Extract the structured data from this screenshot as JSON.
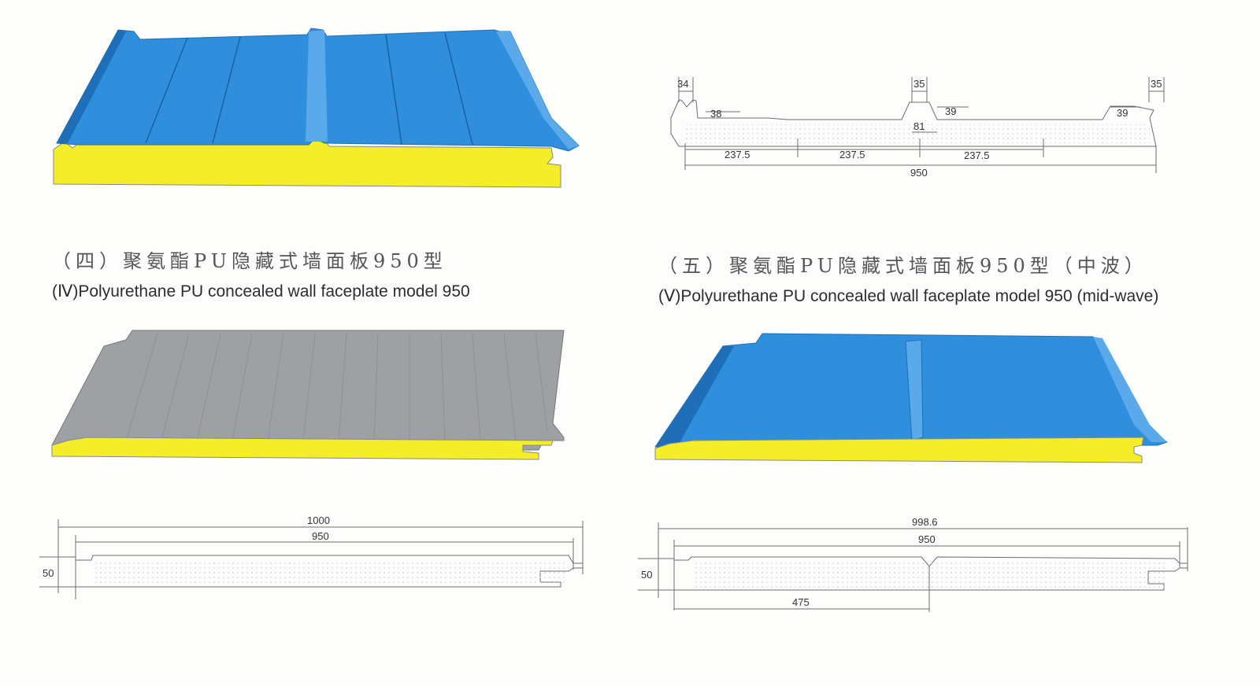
{
  "colors": {
    "blue_face": "#2f8fdc",
    "blue_dark": "#1f6fb8",
    "silver_face": "#9ea1a4",
    "foam_yellow": "#f4ee2a",
    "line_gray": "#6d6d6d"
  },
  "sections": [
    {
      "id": "iv",
      "title_cn": "（四）聚氨酯PU隐藏式墙面板950型",
      "title_en": "(Ⅳ)Polyurethane PU concealed wall faceplate model 950",
      "drawing_dims": {
        "overall": "1000",
        "cover": "950",
        "thickness": "50"
      }
    },
    {
      "id": "v",
      "title_cn": "（五）聚氨酯PU隐藏式墙面板950型（中波）",
      "title_en": "(Ⅴ)Polyurethane PU concealed wall faceplate model 950 (mid-wave)",
      "drawing_dims": {
        "overall": "998.6",
        "cover": "950",
        "thickness": "50",
        "half": "475"
      }
    }
  ],
  "roof_drawing_dims": {
    "left_rib": "34",
    "mid_rib": "35",
    "right_rib": "35",
    "left_height": "38",
    "mid_height": "39",
    "right_height": "39",
    "rib_base": "81",
    "segment_1": "237.5",
    "segment_2": "237.5",
    "segment_3": "237.5",
    "total": "950"
  }
}
